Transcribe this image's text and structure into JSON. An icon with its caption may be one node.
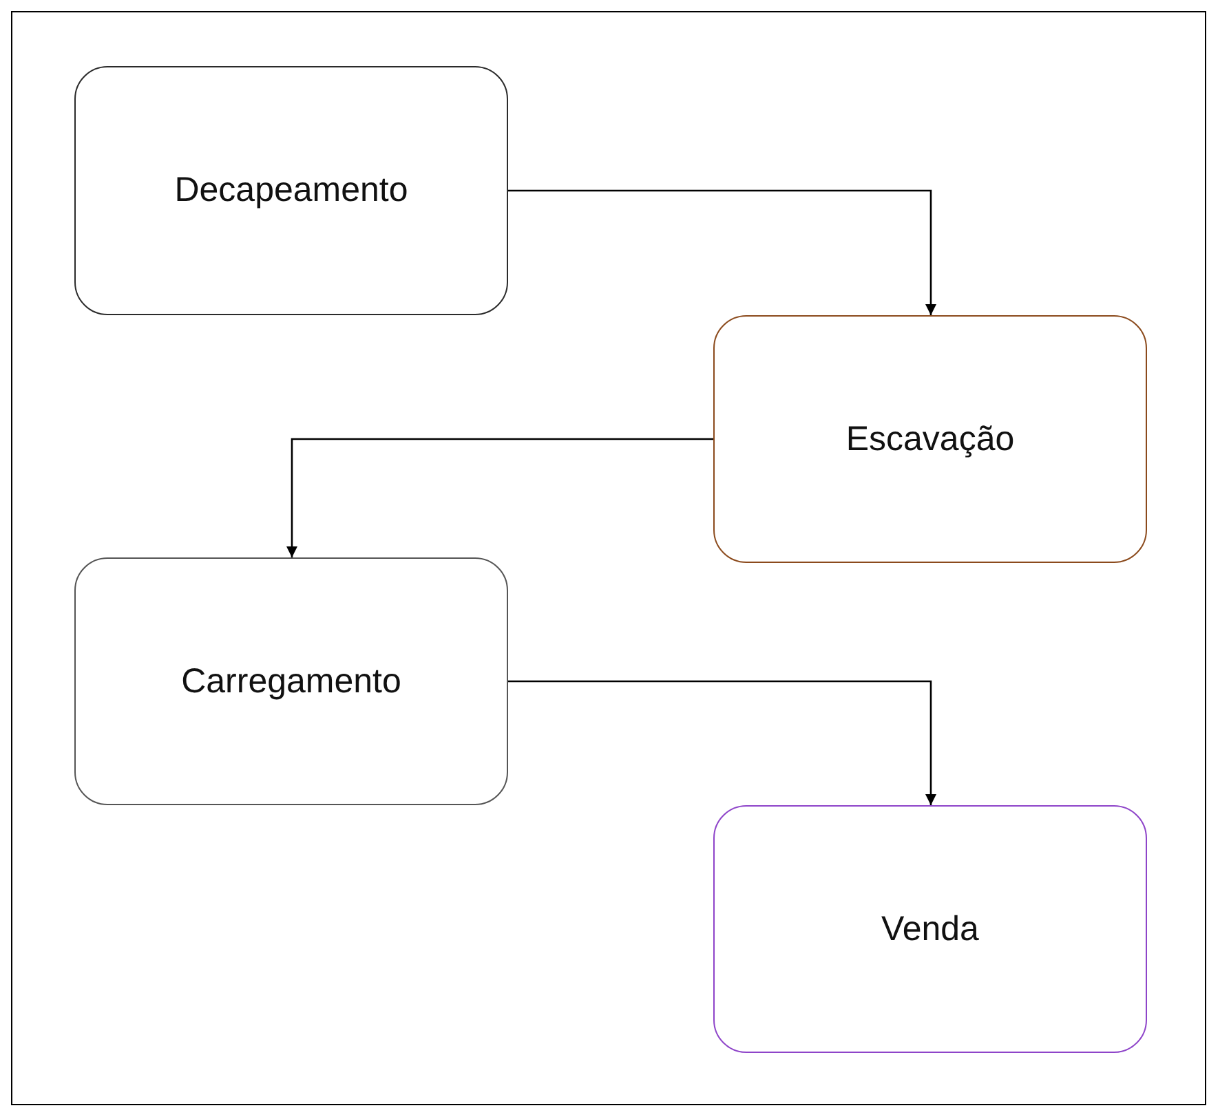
{
  "diagram": {
    "nodes": [
      {
        "text": [
          "Decapeamento"
        ]
      },
      {
        "text": [
          "Escavação"
        ]
      },
      {
        "text": [
          "Carregamento"
        ]
      },
      {
        "text": [
          "Venda"
        ]
      }
    ],
    "edges": [
      {
        "from": 0,
        "to": 1,
        "arrow": "to"
      },
      {
        "from": 1,
        "to": 2,
        "arrow": "to"
      },
      {
        "from": 2,
        "to": 3,
        "arrow": "to"
      }
    ]
  }
}
